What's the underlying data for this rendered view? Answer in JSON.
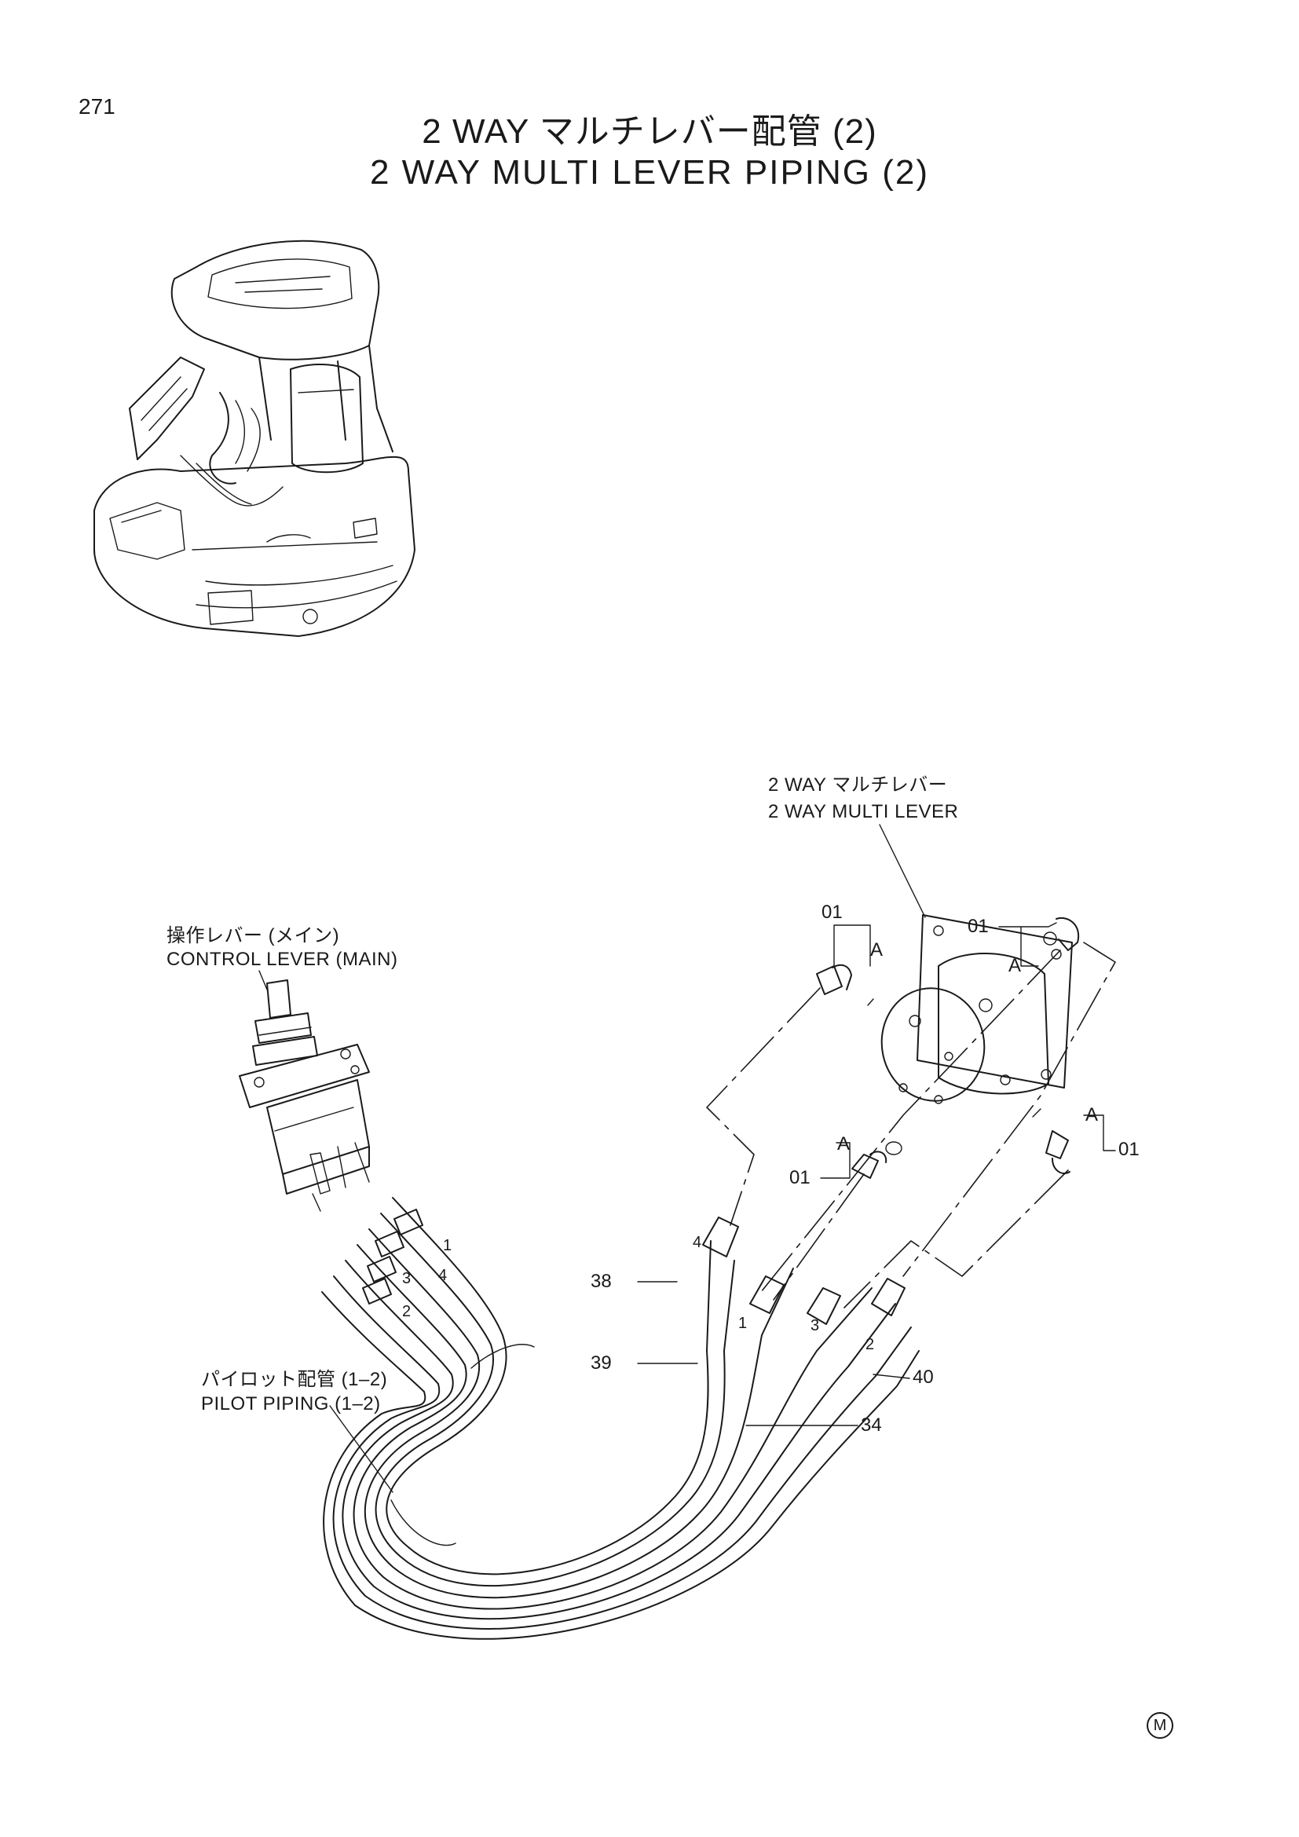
{
  "page_number": "271",
  "title": {
    "jp": "2 WAY マルチレバー配管 (2)",
    "en": "2 WAY MULTI LEVER PIPING (2)"
  },
  "components": {
    "multi_lever": {
      "jp": "2 WAY マルチレバー",
      "en": "2 WAY MULTI LEVER"
    },
    "control_lever": {
      "jp": "操作レバー (メイン)",
      "en": "CONTROL LEVER (MAIN)"
    },
    "pilot_piping": {
      "jp": "パイロット配管 (1–2)",
      "en": "PILOT PIPING (1–2)"
    }
  },
  "callouts": {
    "c01_top": "01",
    "a_top": "A",
    "c01_left": "01",
    "a_left": "A",
    "a_mid": "A",
    "c01_mid": "01",
    "a_right": "A",
    "c01_right": "01",
    "part_38": "38",
    "part_39": "39",
    "part_40": "40",
    "part_34": "34"
  },
  "port_numbers": {
    "left_1": "1",
    "left_4": "4",
    "left_3": "3",
    "left_2": "2",
    "right_4": "4",
    "right_1": "1",
    "right_3": "3",
    "right_2": "2"
  },
  "manual_mark": "M"
}
